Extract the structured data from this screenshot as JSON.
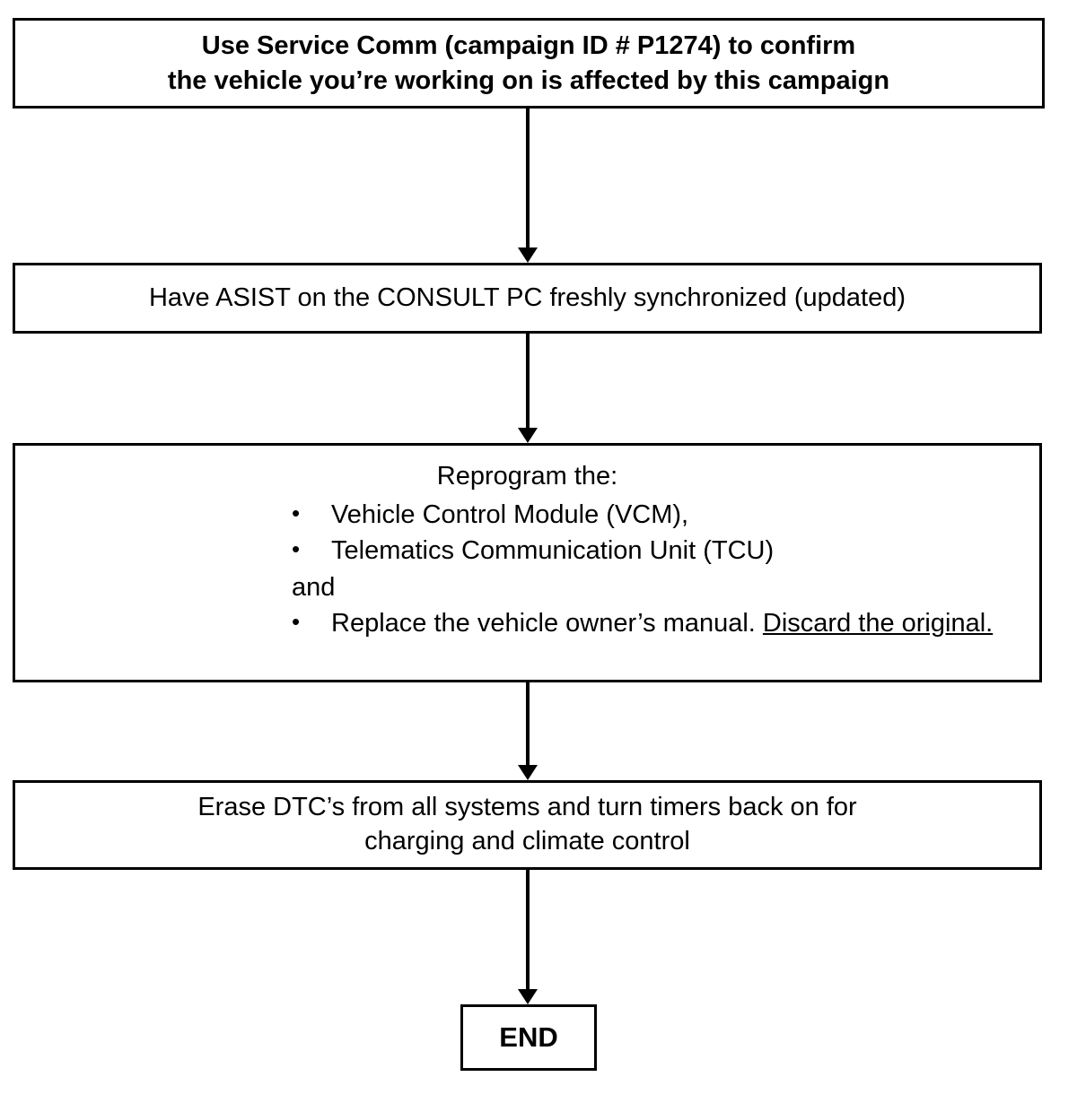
{
  "diagram": {
    "title": "Service campaign repair flow chart",
    "background_color": "#ffffff",
    "line_color": "#000000",
    "nodes": {
      "confirm": {
        "text": "Use Service Comm (campaign ID # P1274) to confirm\nthe vehicle you’re working on is affected by this campaign",
        "style": "bold"
      },
      "asist": {
        "text": "Have ASIST on the CONSULT PC freshly synchronized (updated)",
        "style": "regular"
      },
      "reprogram": {
        "title": "Reprogram the:",
        "bullet_glyph": "•",
        "items": [
          {
            "kind": "bullet",
            "text": "Vehicle Control Module (VCM),"
          },
          {
            "kind": "bullet",
            "text": "Telematics Communication Unit (TCU)"
          },
          {
            "kind": "plain",
            "text": "and"
          },
          {
            "kind": "bullet",
            "text_plain": "Replace the vehicle owner’s manual. ",
            "text_underlined": "Discard the original."
          }
        ]
      },
      "erase": {
        "text": "Erase DTC’s from all systems and turn timers back on for\ncharging and climate control",
        "style": "regular"
      },
      "end": {
        "text": "END",
        "style": "bold"
      }
    },
    "connectors": [
      {
        "name": "confirm-to-asist",
        "from": "confirm",
        "to": "asist",
        "direction": "down",
        "arrowhead": "solid-triangle"
      },
      {
        "name": "asist-to-reprogram",
        "from": "asist",
        "to": "reprogram",
        "direction": "down",
        "arrowhead": "solid-triangle"
      },
      {
        "name": "reprogram-to-erase",
        "from": "reprogram",
        "to": "erase",
        "direction": "down",
        "arrowhead": "solid-triangle"
      },
      {
        "name": "erase-to-end",
        "from": "erase",
        "to": "end",
        "direction": "down",
        "arrowhead": "solid-triangle"
      }
    ]
  }
}
